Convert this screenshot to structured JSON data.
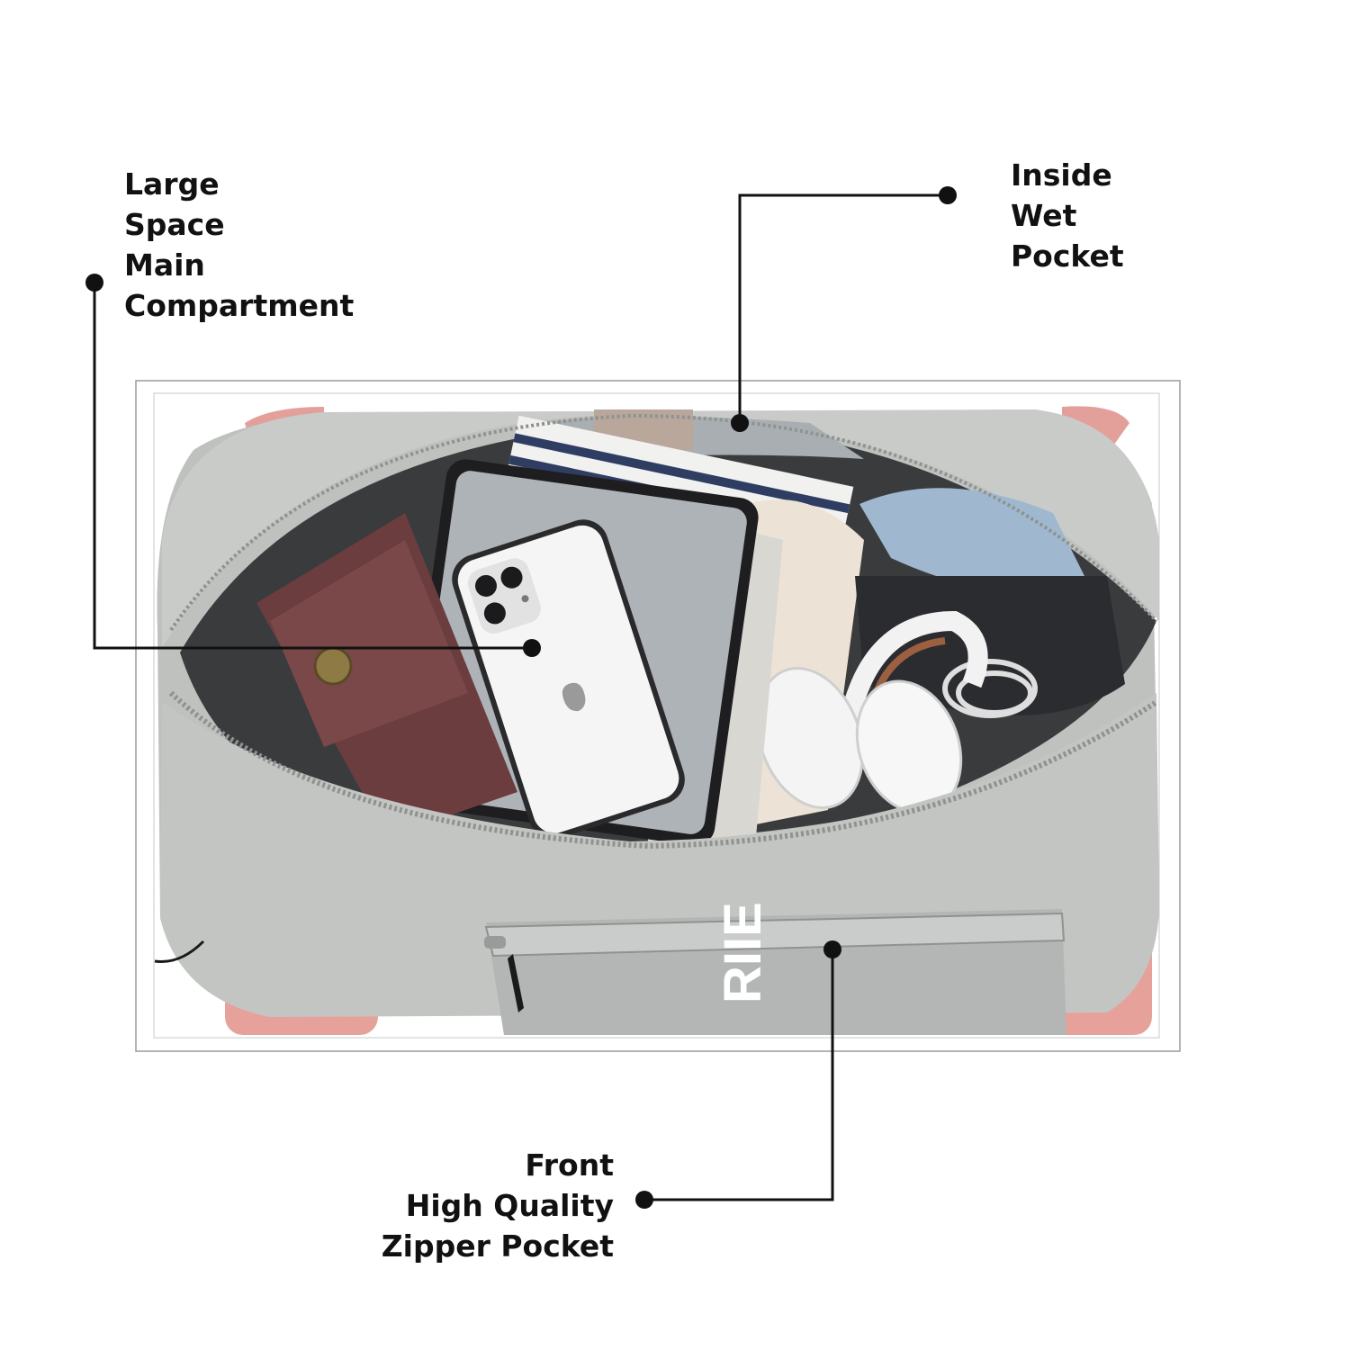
{
  "callouts": {
    "main_compartment": [
      "Large",
      "Space",
      "Main",
      "Compartment"
    ],
    "wet_pocket": [
      "Inside",
      "Wet",
      "Pocket"
    ],
    "front_pocket": [
      "Front",
      "High Quality",
      "Zipper Pocket"
    ]
  },
  "bag_print": "RIIE",
  "colors": {
    "bag_gray": "#b8bbb9",
    "accent_pink": "#e3a09b",
    "wallet": "#6b3d3e",
    "callout_line": "#111111"
  }
}
